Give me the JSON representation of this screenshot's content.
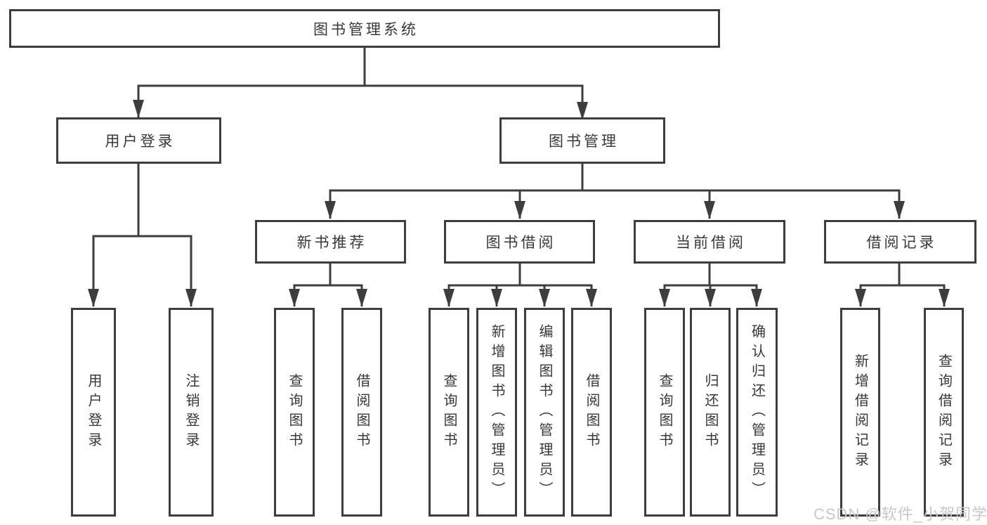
{
  "colors": {
    "line": "#3d3d3d",
    "box_border": "#3d3d3d",
    "text": "#383838",
    "watermark": "#c8c8c8",
    "background": "#ffffff"
  },
  "chart_data": {
    "type": "table",
    "title": "图书管理系统",
    "structure": "functional decomposition tree, 3 levels, arrows point downward from parent to child"
  },
  "tree": {
    "root": {
      "label": "图书管理系统"
    },
    "branches": [
      {
        "label": "用户登录",
        "children": [
          {
            "label": "用户登录"
          },
          {
            "label": "注销登录"
          }
        ]
      },
      {
        "label": "图书管理",
        "groups": [
          {
            "label": "新书推荐",
            "children": [
              {
                "label": "查询图书"
              },
              {
                "label": "借阅图书"
              }
            ]
          },
          {
            "label": "图书借阅",
            "children": [
              {
                "label": "查询图书"
              },
              {
                "label": "新增图书（管理员）"
              },
              {
                "label": "编辑图书（管理员）"
              },
              {
                "label": "借阅图书"
              }
            ]
          },
          {
            "label": "当前借阅",
            "children": [
              {
                "label": "查询图书"
              },
              {
                "label": "归还图书"
              },
              {
                "label": "确认归还（管理员）"
              }
            ]
          },
          {
            "label": "借阅记录",
            "children": [
              {
                "label": "新增借阅记录"
              },
              {
                "label": "查询借阅记录"
              }
            ]
          }
        ]
      }
    ]
  },
  "watermark": {
    "text": "CSDN @软件_小贺同学"
  }
}
